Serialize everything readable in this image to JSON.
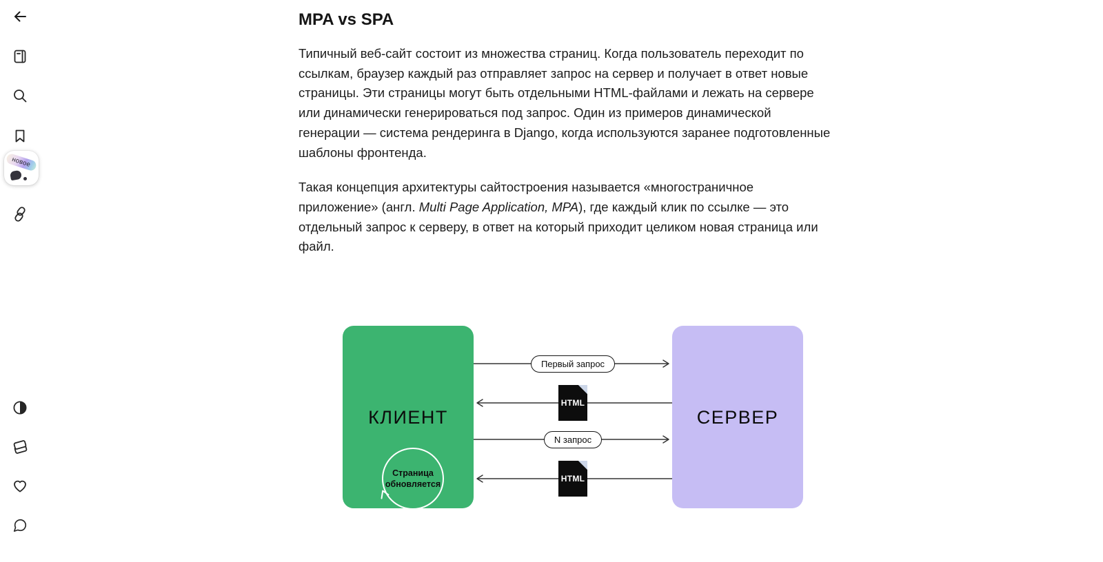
{
  "sidebar": {
    "back_icon": "arrow-left",
    "icons_top": [
      "notes-icon",
      "search-icon",
      "bookmark-icon",
      "new-feature-assistant-icon",
      "copy-link-icon"
    ],
    "new_badge_label": "новое",
    "icons_bottom": [
      "contrast-theme-icon",
      "materials-stack-icon",
      "favorites-heart-icon",
      "comments-chat-icon"
    ]
  },
  "article": {
    "title": "MPA vs SPA",
    "paragraph1": "Типичный веб-сайт состоит из множества страниц. Когда пользователь переходит по ссылкам, браузер каждый раз отправляет запрос на сервер и получает в ответ новые страницы. Эти страницы могут быть отдельными HTML-файлами и лежать на сервере или динамически генерироваться под запрос. Один из примеров динамической генерации — система рендеринга в Django, когда используются заранее подготовленные шаблоны фронтенда.",
    "paragraph2_before": "Такая концепция архитектуры сайтостроения называется «многостраничное приложение» (англ. ",
    "paragraph2_italic": "Multi Page Application, MPA",
    "paragraph2_after": "), где каждый клик по ссылке — это отдельный запрос к серверу, в ответ на который приходит целиком новая страница или файл."
  },
  "diagram": {
    "client_label": "КЛИЕНТ",
    "server_label": "СЕРВЕР",
    "cycle_label": "Страница обновляется",
    "arrows": [
      {
        "type": "pill",
        "direction": "right",
        "label": "Первый запрос"
      },
      {
        "type": "file",
        "direction": "left",
        "label": "HTML"
      },
      {
        "type": "pill",
        "direction": "right",
        "label": "N запрос"
      },
      {
        "type": "file",
        "direction": "left",
        "label": "HTML"
      }
    ],
    "colors": {
      "client_bg": "#3cb470",
      "server_bg": "#c6bdf4",
      "file_bg": "#0d0d0d",
      "file_fold": "#ccd6e8",
      "line": "#333333"
    }
  }
}
